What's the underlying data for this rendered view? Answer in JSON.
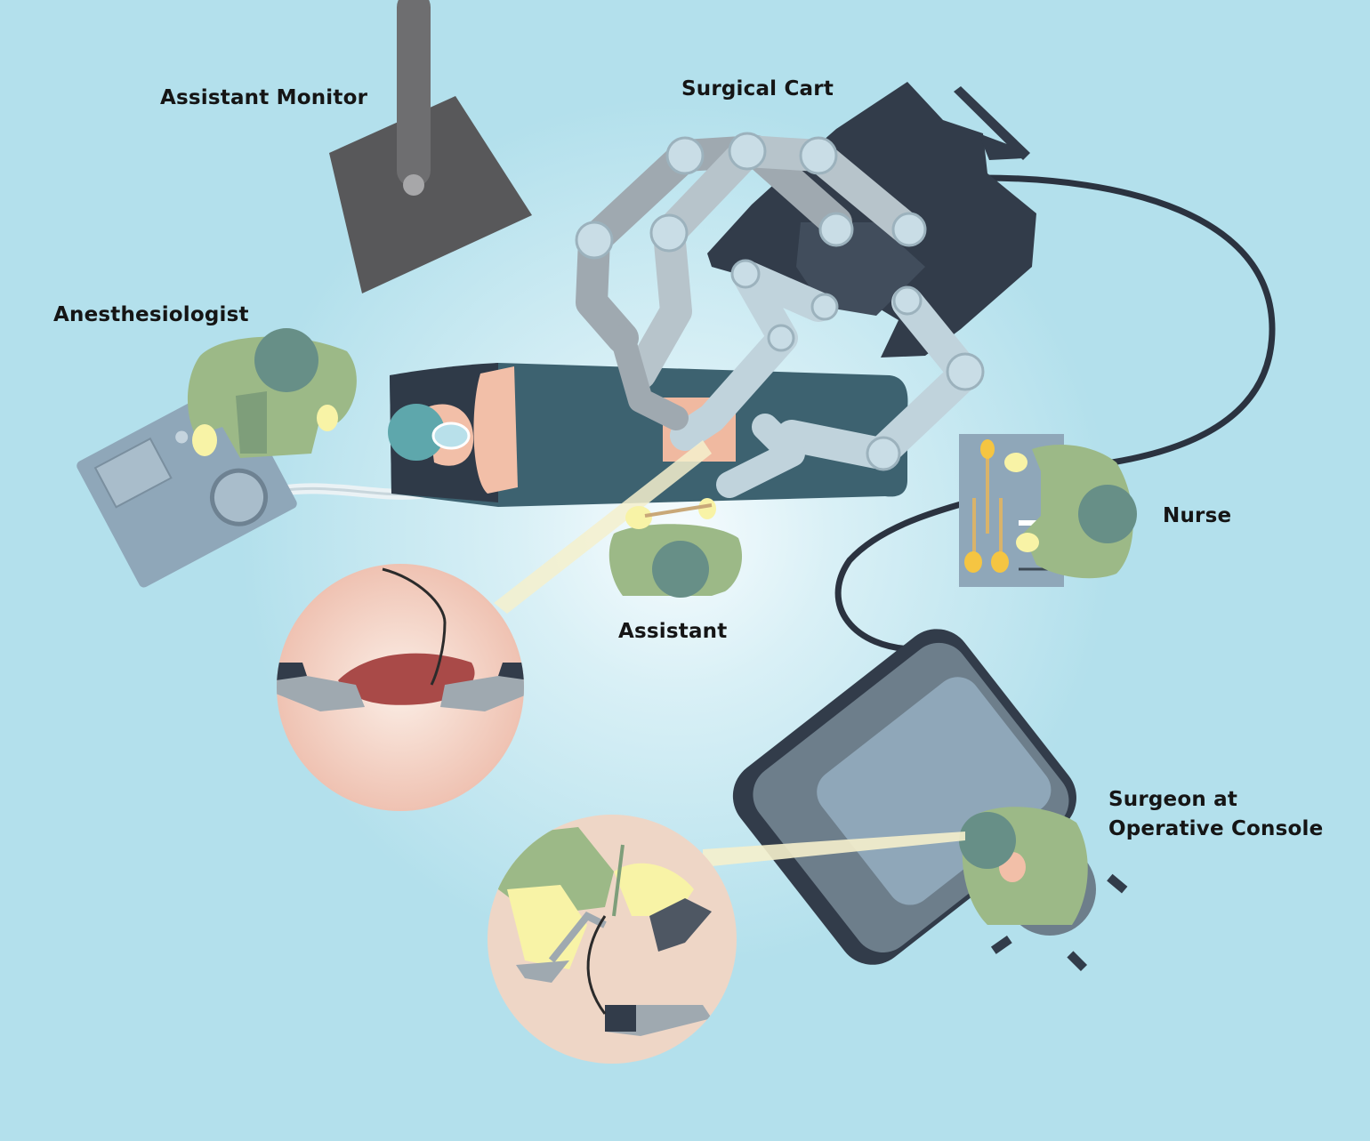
{
  "labels": {
    "assistant_monitor": "Assistant Monitor",
    "surgical_cart": "Surgical Cart",
    "anesthesiologist": "Anesthesiologist",
    "nurse": "Nurse",
    "assistant": "Assistant",
    "surgeon_line1": "Surgeon at",
    "surgeon_line2": "Operative Console"
  },
  "colors": {
    "background": "#b3e0ec",
    "scrubs": "#9cb987",
    "head": "#678f87",
    "gloves": "#f8f3a6",
    "monitor": "#58585a",
    "cart": "#323c4a",
    "arm_light": "#c0d3dc",
    "arm_dark": "#9fa9b0",
    "drape": "#3d6270",
    "console": "#8fa7b9"
  }
}
